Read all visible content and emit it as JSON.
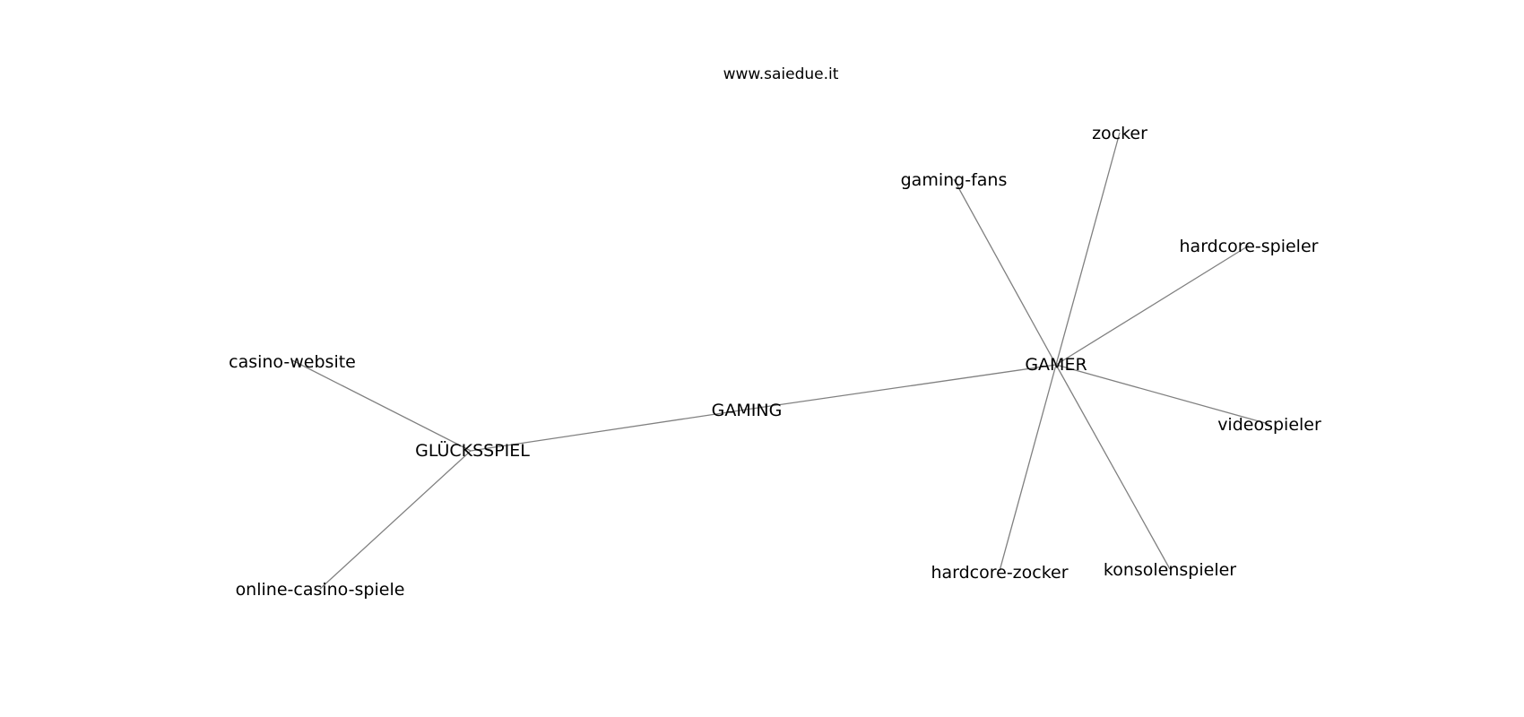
{
  "site_label": "www.saiedue.it",
  "nodes": [
    {
      "id": "gaming",
      "label": "GAMING"
    },
    {
      "id": "gluecksspiel",
      "label": "GLÜCKSSPIEL"
    },
    {
      "id": "gamer",
      "label": "GAMER"
    },
    {
      "id": "casino-website",
      "label": "casino-website"
    },
    {
      "id": "online-casino-spiele",
      "label": "online-casino-spiele"
    },
    {
      "id": "zocker",
      "label": "zocker"
    },
    {
      "id": "gaming-fans",
      "label": "gaming-fans"
    },
    {
      "id": "hardcore-spieler",
      "label": "hardcore-spieler"
    },
    {
      "id": "videospieler",
      "label": "videospieler"
    },
    {
      "id": "konsolenspieler",
      "label": "konsolenspieler"
    },
    {
      "id": "hardcore-zocker",
      "label": "hardcore-zocker"
    }
  ],
  "edges": [
    {
      "from": "gluecksspiel",
      "to": "gaming"
    },
    {
      "from": "gaming",
      "to": "gamer"
    },
    {
      "from": "gluecksspiel",
      "to": "casino-website"
    },
    {
      "from": "gluecksspiel",
      "to": "online-casino-spiele"
    },
    {
      "from": "gamer",
      "to": "zocker"
    },
    {
      "from": "gamer",
      "to": "gaming-fans"
    },
    {
      "from": "gamer",
      "to": "hardcore-spieler"
    },
    {
      "from": "gamer",
      "to": "videospieler"
    },
    {
      "from": "gamer",
      "to": "konsolenspieler"
    },
    {
      "from": "gamer",
      "to": "hardcore-zocker"
    }
  ]
}
